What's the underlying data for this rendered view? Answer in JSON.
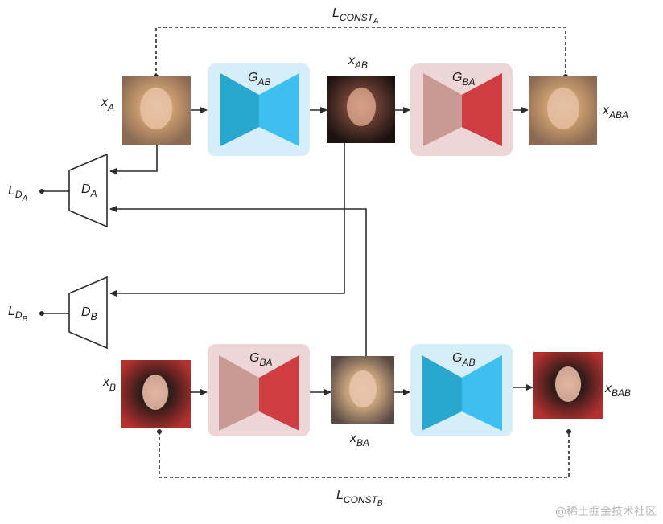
{
  "labels": {
    "x_a": "x",
    "x_a_sub": "A",
    "x_ab": "x",
    "x_ab_sub": "AB",
    "x_aba": "x",
    "x_aba_sub": "ABA",
    "x_b": "x",
    "x_b_sub": "B",
    "x_ba": "x",
    "x_ba_sub": "BA",
    "x_bab": "x",
    "x_bab_sub": "BAB",
    "g_ab_top": "G",
    "g_ab_top_sub": "AB",
    "g_ba_top": "G",
    "g_ba_top_sub": "BA",
    "g_ba_bottom": "G",
    "g_ba_bottom_sub": "BA",
    "g_ab_bottom": "G",
    "g_ab_bottom_sub": "AB",
    "d_a": "D",
    "d_a_sub": "A",
    "d_b": "D",
    "d_b_sub": "B",
    "l_da": "L",
    "l_da_sub": "D",
    "l_da_subsub": "A",
    "l_db": "L",
    "l_db_sub": "D",
    "l_db_subsub": "B",
    "l_const_a": "L",
    "l_const_a_sub": "CONST",
    "l_const_a_subsub": "A",
    "l_const_b": "L",
    "l_const_b_sub": "CONST",
    "l_const_b_subsub": "B"
  },
  "colors": {
    "g_ab_bg": "#d6eef8",
    "g_ab_left": "#2aa7cf",
    "g_ab_right": "#3ec0ee",
    "g_ba_bg": "#efd6d6",
    "g_ba_left": "#c89a93",
    "g_ba_right": "#cf3c42",
    "line": "#2b2b2b"
  },
  "watermark": "@稀土掘金技术社区"
}
